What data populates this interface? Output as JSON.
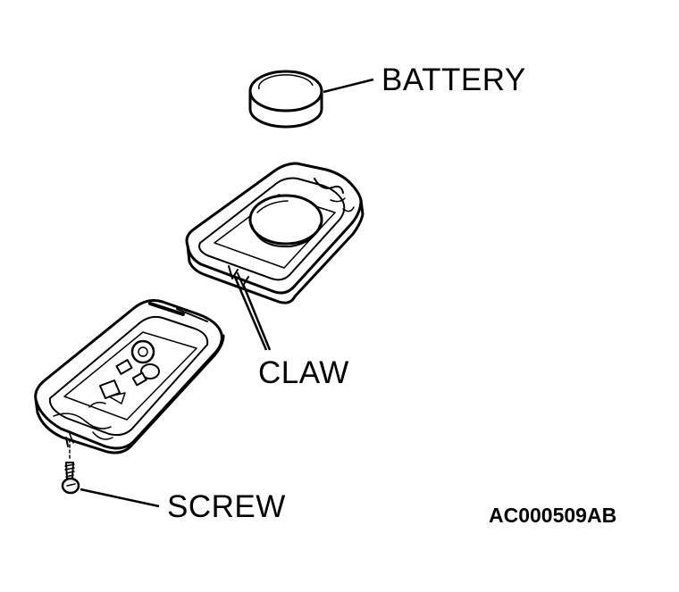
{
  "labels": {
    "battery": "BATTERY",
    "claw": "CLAW",
    "screw": "SCREW",
    "figure_code": "AC000509AB"
  },
  "colors": {
    "ink": "#000000",
    "paper": "#ffffff"
  }
}
